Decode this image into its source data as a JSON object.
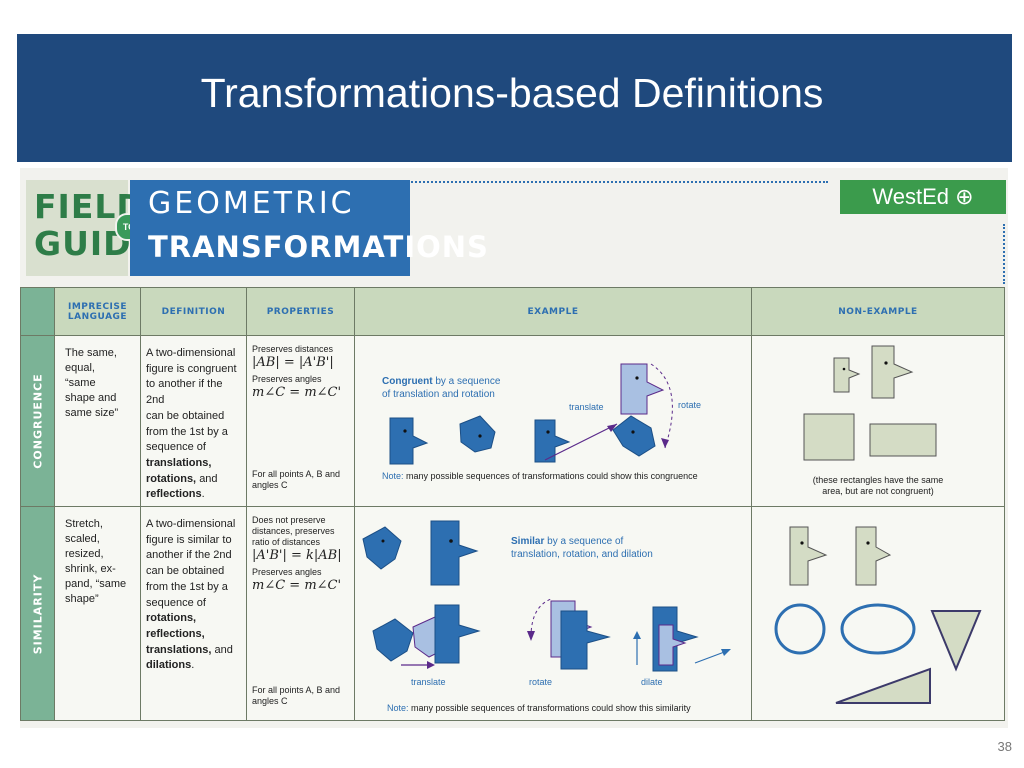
{
  "slide": {
    "title": "Transformations-based Definitions",
    "number": "38"
  },
  "header": {
    "field_guide": [
      "FIELD",
      "GUIDE"
    ],
    "to": "TO",
    "geometric": "GEOMETRIC",
    "transformations": "TRANSFORMATIONS",
    "brand": "WestEd"
  },
  "table": {
    "columns": [
      "IMPRECISE LANGUAGE",
      "DEFINITION",
      "PROPERTIES",
      "EXAMPLE",
      "NON-EXAMPLE"
    ],
    "rows": [
      {
        "name": "CONGRUENCE",
        "imprecise": [
          "The same,",
          "equal,",
          "“same",
          "shape and",
          "same size”"
        ],
        "definition_lines": [
          "A two-dimensional",
          "figure is congruent",
          "to another if the 2nd",
          "can be obtained",
          "from the 1st by a",
          "sequence of"
        ],
        "definition_bold": [
          "translations,",
          "rotations,"
        ],
        "definition_tail": "and",
        "definition_last_bold": "reflections",
        "definition_last": ".",
        "props": {
          "line1": "Preserves distances",
          "math1": "|AB| = |A'B'|",
          "line2": "Preserves angles",
          "math2": "m∠C = m∠C'",
          "footer": "For all points A, B and angles C"
        },
        "example": {
          "heading_bold": "Congruent",
          "heading_rest": "by a sequence",
          "heading_line2": "of translation and rotation",
          "label_translate": "translate",
          "label_rotate": "rotate",
          "note_label": "Note:",
          "note_text": "many possible sequences of transformations could show this congruence"
        },
        "nonexample": {
          "caption": [
            "(these rectangles have the same",
            "area, but are not congruent)"
          ]
        }
      },
      {
        "name": "SIMILARITY",
        "imprecise": [
          "Stretch,",
          "scaled,",
          "resized,",
          "shrink, ex-",
          "pand, “same",
          "shape”"
        ],
        "definition_lines": [
          "A two-dimensional",
          "figure is similar to",
          "another if the 2nd",
          "can be obtained",
          "from the 1st by a",
          "sequence of"
        ],
        "definition_bold": [
          "rotations,",
          "reflections,",
          "translations,"
        ],
        "definition_tail": "and",
        "definition_last_bold": "dilations",
        "definition_last": ".",
        "props": {
          "line1": "Does not preserve distances, preserves ratio of distances",
          "math1": "|A'B'| = k|AB|",
          "line2": "Preserves angles",
          "math2": "m∠C = m∠C'",
          "footer": "For all points A, B and angles C"
        },
        "example": {
          "heading_bold": "Similar",
          "heading_rest": "by a sequence of",
          "heading_line2": "translation, rotation, and dilation",
          "label_translate": "translate",
          "label_rotate": "rotate",
          "label_dilate": "dilate",
          "note_label": "Note:",
          "note_text": "many possible sequences of transformations could show this similarity"
        }
      }
    ]
  },
  "colors": {
    "title_bar": "#1f497d",
    "blue_face": "#2d6fb1",
    "green": "#3b9b4c",
    "row_head": "#7bb396",
    "nonexample_fill": "#d4dcc5",
    "arrow": "#5b2a8a"
  }
}
